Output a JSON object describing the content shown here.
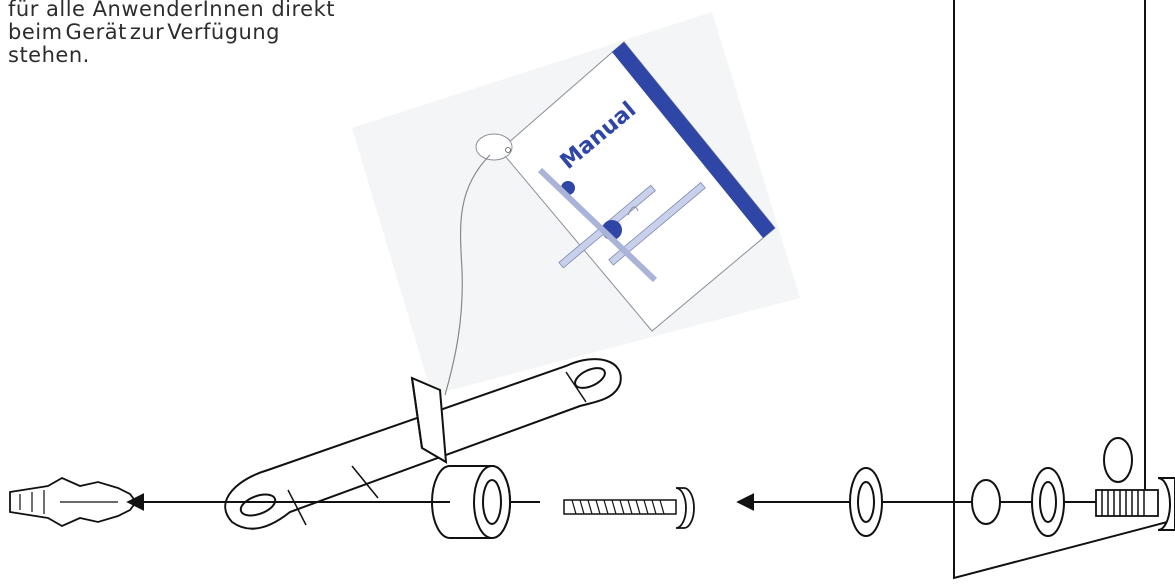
{
  "instruction_text": {
    "line1": "für alle AnwenderInnen direkt",
    "line2_word1": "beim",
    "line2_word2": "Gerät",
    "line2_word3": "zur",
    "line2_word4": "Verfügung",
    "line3": "stehen."
  },
  "manual_card": {
    "title": "Manual"
  },
  "colors": {
    "text": "#2d2d2d",
    "line": "#111111",
    "manual_blue": "#2f46a6",
    "manual_accent": "#9aa8d6",
    "panel_grey": "#f4f5f6"
  }
}
